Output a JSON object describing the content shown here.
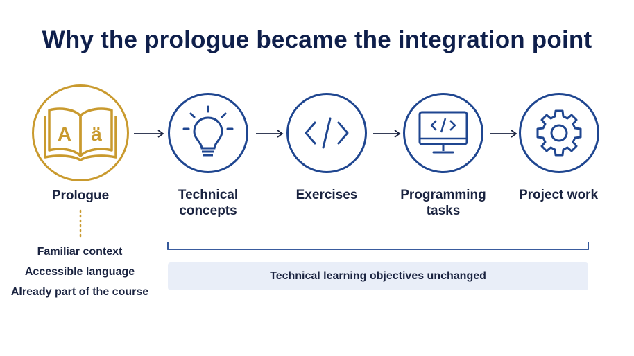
{
  "title": "Why the prologue became the integration point",
  "colors": {
    "gold": "#c99a2e",
    "blue": "#1f4690",
    "text": "#1a2340",
    "band": "#e9eef8"
  },
  "nodes": [
    {
      "label": "Prologue",
      "icon": "book-icon",
      "book_letters": [
        "A",
        "ä"
      ]
    },
    {
      "label": "Technical\nconcepts",
      "icon": "lightbulb-icon"
    },
    {
      "label": "Exercises",
      "icon": "code-icon"
    },
    {
      "label": "Programming\ntasks",
      "icon": "monitor-code-icon"
    },
    {
      "label": "Project work",
      "icon": "gear-icon"
    }
  ],
  "prologue_context": [
    "Familiar context",
    "Accessible language",
    "Already part of the course"
  ],
  "objective": "Technical learning objectives unchanged"
}
